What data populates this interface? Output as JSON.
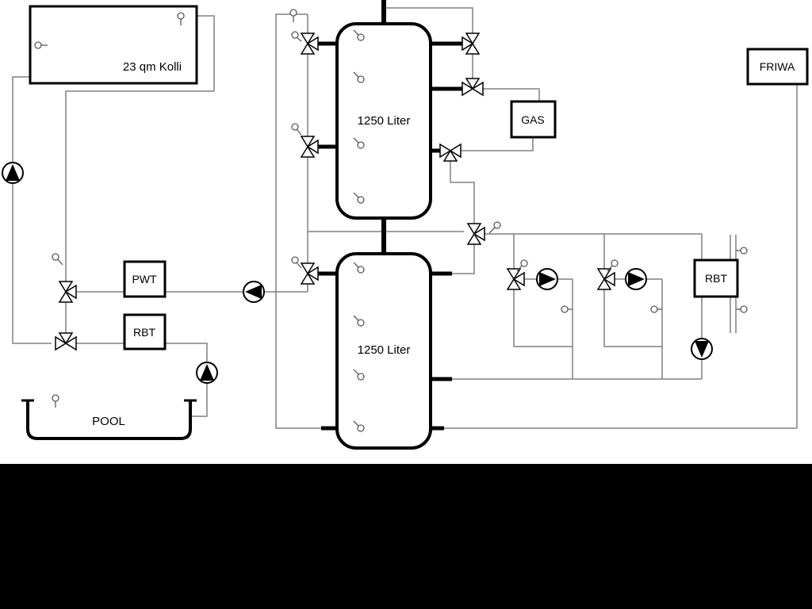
{
  "labels": {
    "collector": "23 qm Kolli",
    "tank_top": "1250 Liter",
    "tank_bottom": "1250 Liter",
    "gas": "GAS",
    "friwa": "FRIWA",
    "pwt": "PWT",
    "rbt_left": "RBT",
    "rbt_right": "RBT",
    "pool": "POOL"
  },
  "colors": {
    "pipe": "#808080",
    "component_outline": "#000000",
    "diagram_background": "#ffffff",
    "letterbox": "#000000"
  }
}
